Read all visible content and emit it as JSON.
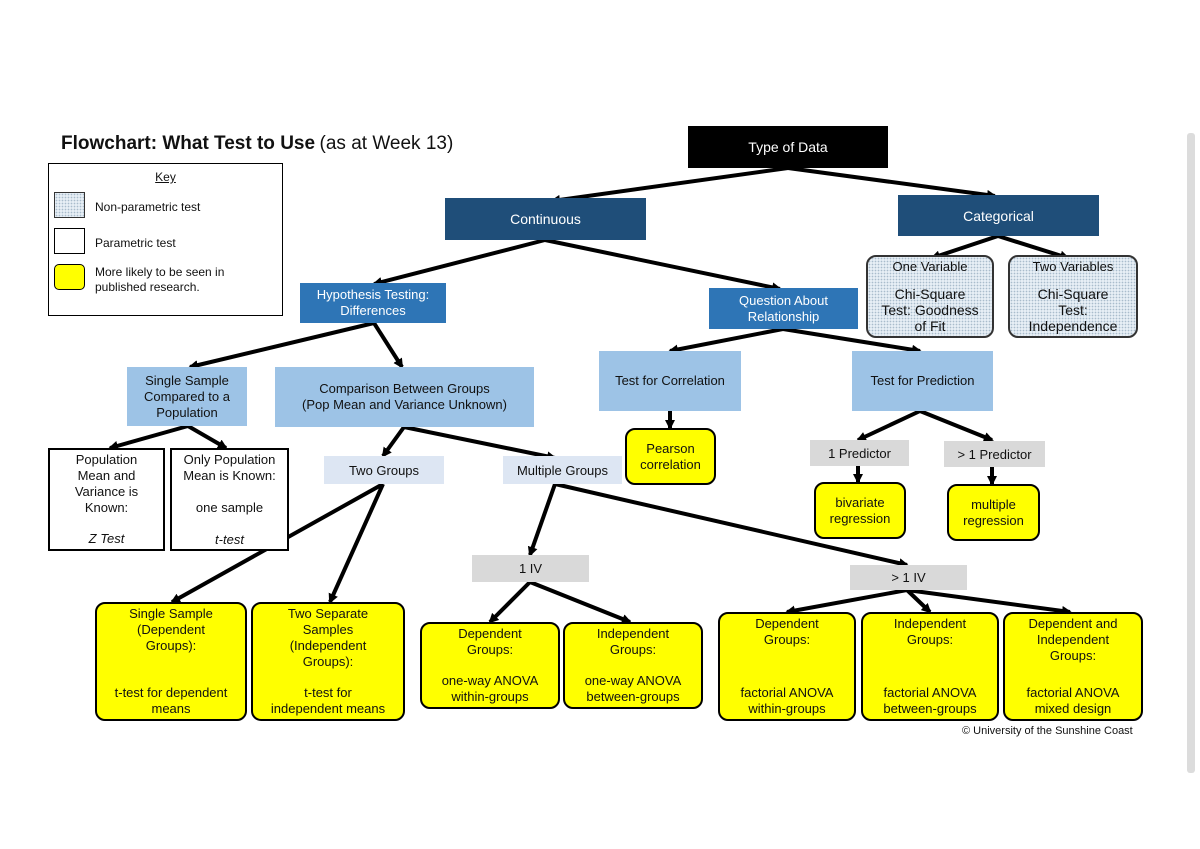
{
  "title": {
    "main": "Flowchart: What Test to Use",
    "sub": "(as at Week 13)"
  },
  "key": {
    "heading": "Key",
    "items": [
      {
        "label": "Non-parametric test"
      },
      {
        "label": "Parametric test"
      },
      {
        "label": "More likely to be seen in\npublished research."
      }
    ]
  },
  "nodes": {
    "type_of_data": "Type of Data",
    "continuous": "Continuous",
    "categorical": "Categorical",
    "one_variable": {
      "heading": "One Variable",
      "test": "Chi-Square\nTest: Goodness\nof Fit"
    },
    "two_variables": {
      "heading": "Two Variables",
      "test": "Chi-Square\nTest:\nIndependence"
    },
    "hypothesis": "Hypothesis Testing:\nDifferences",
    "relationship": "Question About\nRelationship",
    "single_sample": "Single Sample\nCompared to a\nPopulation",
    "comparison": "Comparison Between Groups\n(Pop Mean and Variance Unknown)",
    "correlation": "Test for Correlation",
    "prediction": "Test for Prediction",
    "pop_known": {
      "text": "Population\nMean and\nVariance is\nKnown:",
      "test": "Z Test"
    },
    "mean_known": {
      "text": "Only Population\nMean is Known:",
      "test1": "one sample",
      "test2": "t-test"
    },
    "two_groups": "Two Groups",
    "multiple_groups": "Multiple Groups",
    "pearson": "Pearson\ncorrelation",
    "one_predictor": "1 Predictor",
    "gt_one_predictor": "> 1 Predictor",
    "bivariate": "bivariate\nregression",
    "multiple_regression": "multiple\nregression",
    "one_iv": "1 IV",
    "gt_one_iv": "> 1 IV",
    "single_dep": {
      "text": "Single Sample\n(Dependent\nGroups):",
      "test": "t-test for dependent\nmeans"
    },
    "two_sep": {
      "text": "Two Separate\nSamples\n(Independent\nGroups):",
      "test": "t-test for\nindependent means"
    },
    "dep_1iv": {
      "text": "Dependent\nGroups:",
      "test": "one-way ANOVA\nwithin-groups"
    },
    "ind_1iv": {
      "text": "Independent\nGroups:",
      "test": "one-way ANOVA\nbetween-groups"
    },
    "dep_many": {
      "text": "Dependent\nGroups:",
      "test": "factorial ANOVA\nwithin-groups"
    },
    "ind_many": {
      "text": "Independent\nGroups:",
      "test": "factorial ANOVA\nbetween-groups"
    },
    "mixed": {
      "text": "Dependent and\nIndependent\nGroups:",
      "test": "factorial ANOVA\nmixed design"
    }
  },
  "copyright": "© University of the Sunshine Coast",
  "colors": {
    "black_box": "#000000",
    "navy_box": "#1f4e79",
    "blue_box": "#2e75b6",
    "light_blue_box": "#9dc3e6",
    "pale_box": "#dde6f3",
    "gray_box": "#d9d9d9",
    "highlight": "#ffff00"
  }
}
